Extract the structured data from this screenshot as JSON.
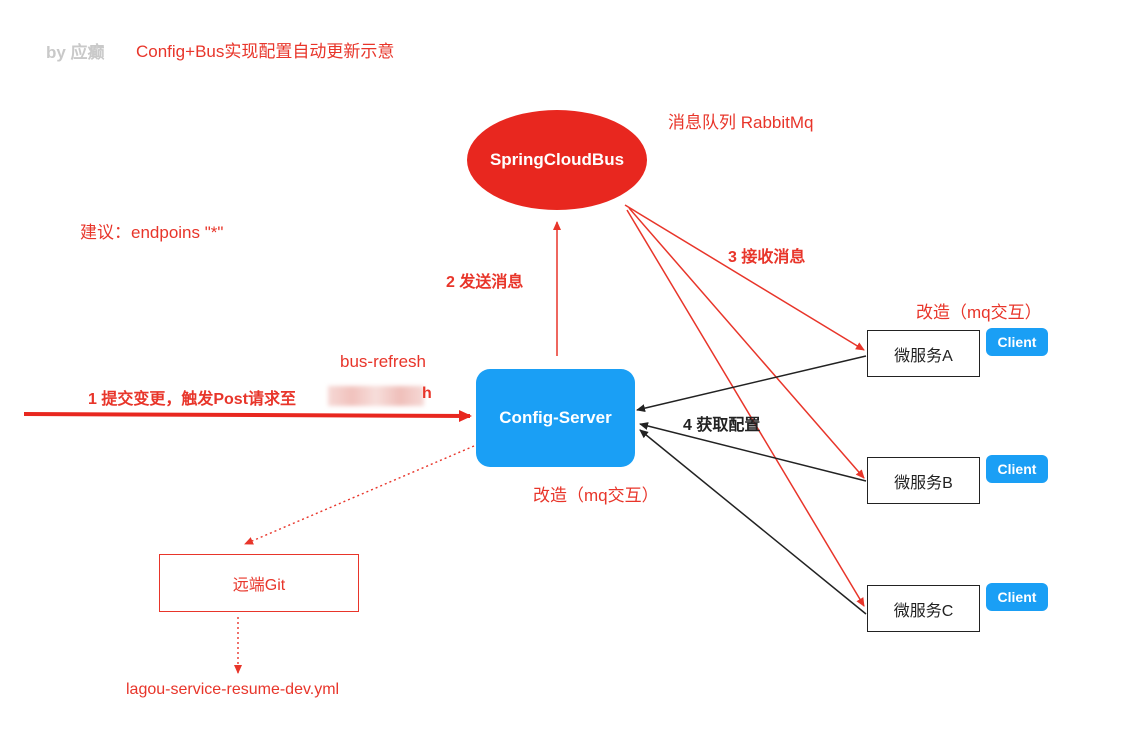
{
  "header": {
    "author": "by 应癫",
    "title": "Config+Bus实现配置自动更新示意"
  },
  "bus": {
    "label": "SpringCloudBus",
    "caption": "消息队列  RabbitMq"
  },
  "suggestion": "建议：endpoins \"*\"",
  "config_server": {
    "label": "Config-Server",
    "note": "改造（mq交互）"
  },
  "git": {
    "label": "远端Git",
    "file": "lagou-service-resume-dev.yml"
  },
  "services": {
    "a": "微服务A",
    "b": "微服务B",
    "c": "微服务C",
    "client_tag": "Client",
    "note": "改造（mq交互）"
  },
  "steps": {
    "step1": "1 提交变更，触发Post请求至",
    "step1_tail": "h",
    "bus_refresh": "bus-refresh",
    "step2": "2 发送消息",
    "step3": "3 接收消息",
    "step4": "4 获取配置"
  },
  "colors": {
    "red": "#e8352a",
    "bus_red": "#e8271f",
    "blue": "#1a9ff5",
    "dark": "#222222"
  }
}
